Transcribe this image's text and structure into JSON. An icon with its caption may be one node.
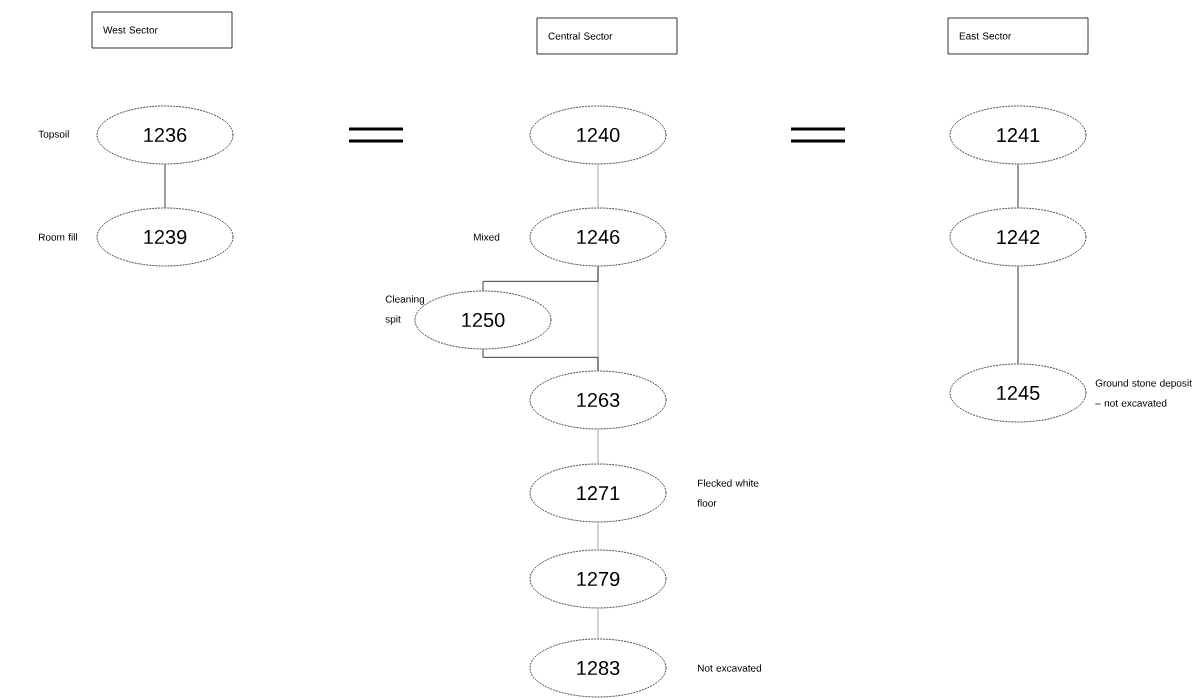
{
  "diagram": {
    "nodes": [
      {
        "text": [
          "West Sector"
        ]
      },
      {
        "text": [
          "Central Sector"
        ]
      },
      {
        "text": [
          "East Sector"
        ]
      },
      {
        "text": [
          "1236"
        ],
        "beside": [
          "Topsoil"
        ]
      },
      {
        "text": [
          "1239"
        ],
        "beside": [
          "Room fill"
        ]
      },
      {
        "text": [
          "1240"
        ]
      },
      {
        "text": [
          "1246"
        ],
        "beside": [
          "Mixed"
        ]
      },
      {
        "text": [
          "1250"
        ],
        "beside": [
          "Cleaning spit"
        ]
      },
      {
        "text": [
          "1263"
        ]
      },
      {
        "text": [
          "1271"
        ],
        "beside": [
          "Flecked white floor"
        ]
      },
      {
        "text": [
          "1279"
        ]
      },
      {
        "text": [
          "1283"
        ],
        "beside": [
          "Not excavated"
        ]
      },
      {
        "text": [
          "1241"
        ]
      },
      {
        "text": [
          "1242"
        ]
      },
      {
        "text": [
          "1245"
        ],
        "beside": [
          "Ground stone deposit – not excavated"
        ]
      }
    ],
    "edges": [
      {
        "from": 3,
        "to": 4,
        "arrow": "none"
      },
      {
        "from": 5,
        "to": 6,
        "arrow": "none",
        "color": "#a8a8a8"
      },
      {
        "from": 6,
        "to": 8,
        "arrow": "none",
        "color": "#a8a8a8"
      },
      {
        "from": 6,
        "to": 7,
        "arrow": "none"
      },
      {
        "from": 7,
        "to": 8,
        "arrow": "none"
      },
      {
        "from": 8,
        "to": 9,
        "arrow": "none",
        "color": "#a8a8a8"
      },
      {
        "from": 9,
        "to": 10,
        "arrow": "none",
        "color": "#a8a8a8"
      },
      {
        "from": 10,
        "to": 11,
        "arrow": "none",
        "color": "#a8a8a8"
      },
      {
        "from": 12,
        "to": 13,
        "arrow": "none"
      },
      {
        "from": 13,
        "to": 14,
        "arrow": "none"
      }
    ]
  }
}
